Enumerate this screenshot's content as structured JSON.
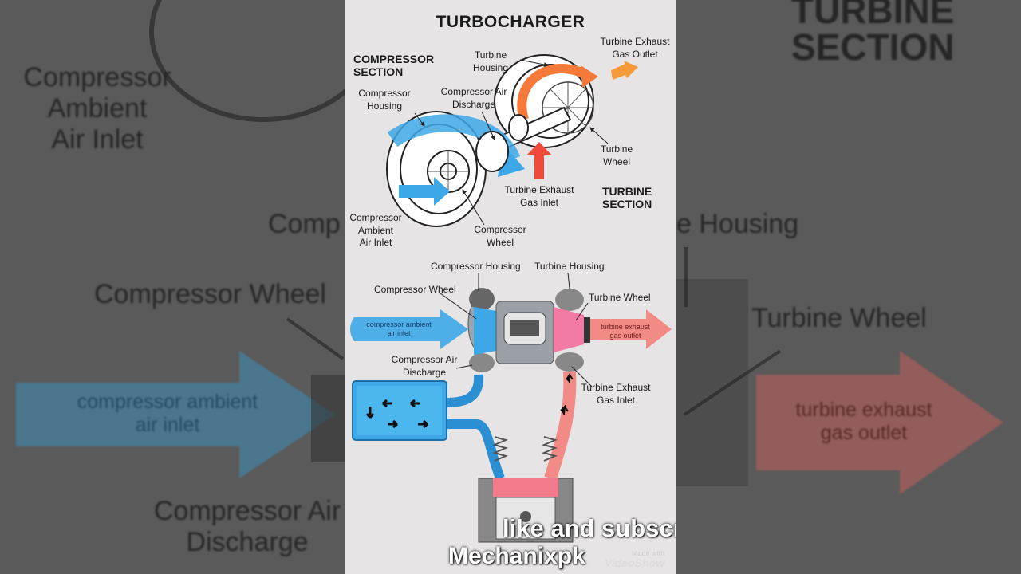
{
  "background_left": {
    "compressor_ambient_air_inlet": [
      "Compressor",
      "Ambient",
      "Air Inlet"
    ],
    "compressor_partial": "Comp",
    "compressor_wheel": "Compressor Wheel",
    "arrow_text": [
      "compressor ambient",
      "air inlet"
    ],
    "compressor_air_discharge": [
      "Compressor Air",
      "Discharge"
    ]
  },
  "background_right": {
    "turbine_section": [
      "TURBINE",
      "SECTION"
    ],
    "housing_partial": "e Housing",
    "turbine_wheel": "Turbine Wheel",
    "arrow_text": [
      "turbine exhaust",
      "gas outlet"
    ]
  },
  "diagram_top": {
    "title": "TURBOCHARGER",
    "compressor_section": [
      "COMPRESSOR",
      "SECTION"
    ],
    "turbine_section": [
      "TURBINE",
      "SECTION"
    ],
    "compressor_housing": [
      "Compressor",
      "Housing"
    ],
    "compressor_air_discharge": [
      "Compressor Air",
      "Discharge"
    ],
    "turbine_housing": [
      "Turbine",
      "Housing"
    ],
    "turbine_exhaust_gas_outlet": [
      "Turbine Exhaust",
      "Gas Outlet"
    ],
    "turbine_wheel": [
      "Turbine",
      "Wheel"
    ],
    "turbine_exhaust_gas_inlet": [
      "Turbine Exhaust",
      "Gas Inlet"
    ],
    "compressor_ambient_air_inlet": [
      "Compressor",
      "Ambient",
      "Air Inlet"
    ],
    "compressor_wheel": [
      "Compressor",
      "Wheel"
    ]
  },
  "diagram_bottom": {
    "compressor_housing": "Compressor Housing",
    "turbine_housing": "Turbine Housing",
    "compressor_wheel": "Compressor Wheel",
    "turbine_wheel": "Turbine Wheel",
    "ambient_arrow": [
      "compressor ambient",
      "air inlet"
    ],
    "exhaust_arrow": [
      "turbine exhaust",
      "gas outlet"
    ],
    "compressor_air_discharge": [
      "Compressor Air",
      "Discharge"
    ],
    "turbine_exhaust_gas_inlet": [
      "Turbine Exhaust",
      "Gas Inlet"
    ]
  },
  "overlay": {
    "subscribe": "like and subscrib",
    "channel": "Mechanixpk",
    "watermark_small": "Made with",
    "watermark_brand": "VideoShow"
  },
  "colors": {
    "blue": "#3da8e8",
    "red": "#f06a5e",
    "orange": "#f59a3a",
    "panel_bg": "#e6e4e5"
  }
}
